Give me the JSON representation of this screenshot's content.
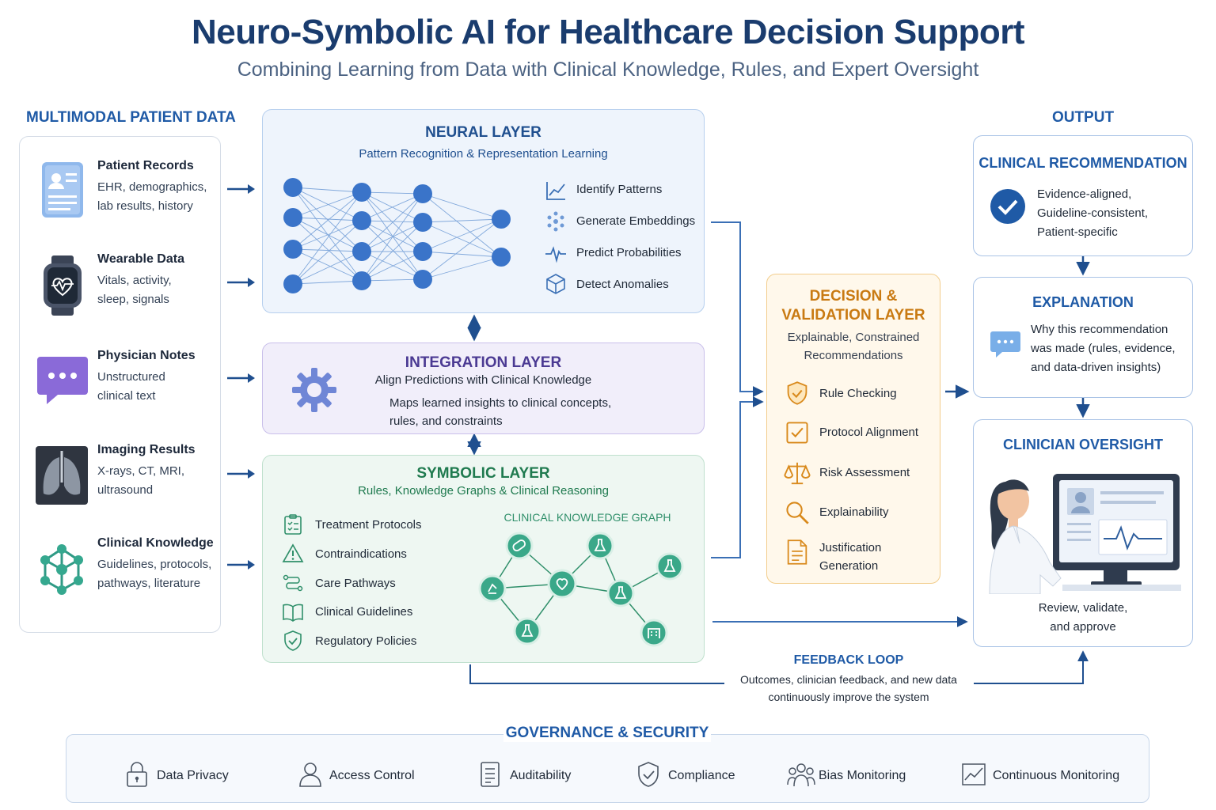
{
  "title": "Neuro-Symbolic AI for Healthcare Decision Support",
  "subtitle": "Combining Learning from Data with Clinical Knowledge, Rules, and Expert Oversight",
  "colors": {
    "primary": "#1a3c6e",
    "accent_blue": "#1f5aa6",
    "neural_bg": "#eef4fc",
    "integration_bg": "#f1eefa",
    "integration_text": "#4b3a93",
    "symbolic_bg": "#eef7f2",
    "symbolic_text": "#1f7a4f",
    "decision_bg": "#fff8eb",
    "decision_text": "#c97a12",
    "graph_node": "#3aa889"
  },
  "inputs": {
    "heading": "MULTIMODAL PATIENT DATA",
    "items": [
      {
        "icon": "patient-record-icon",
        "title": "Patient Records",
        "desc": "EHR, demographics,\nlab results, history"
      },
      {
        "icon": "smartwatch-icon",
        "title": "Wearable Data",
        "desc": "Vitals, activity,\nsleep, signals"
      },
      {
        "icon": "chat-bubble-icon",
        "title": "Physician Notes",
        "desc": "Unstructured\nclinical text"
      },
      {
        "icon": "lungs-xray-icon",
        "title": "Imaging Results",
        "desc": "X-rays, CT, MRI,\nultrasound"
      },
      {
        "icon": "network-molecule-icon",
        "title": "Clinical Knowledge",
        "desc": "Guidelines, protocols,\npathways, literature"
      }
    ]
  },
  "neural": {
    "title": "NEURAL LAYER",
    "subtitle": "Pattern Recognition & Representation Learning",
    "features": [
      {
        "icon": "line-chart-icon",
        "label": "Identify Patterns"
      },
      {
        "icon": "dots-cluster-icon",
        "label": "Generate Embeddings"
      },
      {
        "icon": "pulse-icon",
        "label": "Predict Probabilities"
      },
      {
        "icon": "cube-icon",
        "label": "Detect Anomalies"
      }
    ]
  },
  "integration": {
    "title": "INTEGRATION LAYER",
    "subtitle": "Align Predictions with Clinical Knowledge",
    "desc": "Maps learned insights to clinical concepts,\nrules, and constraints"
  },
  "symbolic": {
    "title": "SYMBOLIC LAYER",
    "subtitle": "Rules, Knowledge Graphs & Clinical Reasoning",
    "items": [
      {
        "icon": "clipboard-list-icon",
        "label": "Treatment Protocols"
      },
      {
        "icon": "warning-triangle-icon",
        "label": "Contraindications"
      },
      {
        "icon": "pathway-icon",
        "label": "Care Pathways"
      },
      {
        "icon": "open-book-icon",
        "label": "Clinical Guidelines"
      },
      {
        "icon": "shield-check-icon",
        "label": "Regulatory Policies"
      }
    ],
    "graph_title": "CLINICAL KNOWLEDGE GRAPH"
  },
  "decision": {
    "title": "DECISION &\nVALIDATION LAYER",
    "subtitle": "Explainable, Constrained\nRecommendations",
    "items": [
      {
        "icon": "shield-check-icon",
        "label": "Rule Checking"
      },
      {
        "icon": "checkbox-icon",
        "label": "Protocol Alignment"
      },
      {
        "icon": "scales-icon",
        "label": "Risk Assessment"
      },
      {
        "icon": "magnifier-icon",
        "label": "Explainability"
      },
      {
        "icon": "document-icon",
        "label": "Justification\nGeneration"
      }
    ]
  },
  "output": {
    "heading": "OUTPUT",
    "recommendation": {
      "title": "CLINICAL RECOMMENDATION",
      "text": "Evidence-aligned,\nGuideline-consistent,\nPatient-specific"
    },
    "explanation": {
      "title": "EXPLANATION",
      "text": "Why this recommendation\nwas made (rules, evidence,\nand data-driven insights)"
    },
    "oversight": {
      "title": "CLINICIAN OVERSIGHT",
      "text": "Review, validate,\nand approve"
    }
  },
  "feedback": {
    "title": "FEEDBACK LOOP",
    "desc": "Outcomes, clinician feedback, and new data\ncontinuously improve the system"
  },
  "governance": {
    "heading": "GOVERNANCE & SECURITY",
    "items": [
      {
        "icon": "lock-icon",
        "label": "Data Privacy"
      },
      {
        "icon": "user-icon",
        "label": "Access Control"
      },
      {
        "icon": "document-list-icon",
        "label": "Auditability"
      },
      {
        "icon": "shield-check-icon",
        "label": "Compliance"
      },
      {
        "icon": "people-group-icon",
        "label": "Bias Monitoring"
      },
      {
        "icon": "trend-chart-icon",
        "label": "Continuous Monitoring"
      }
    ]
  }
}
